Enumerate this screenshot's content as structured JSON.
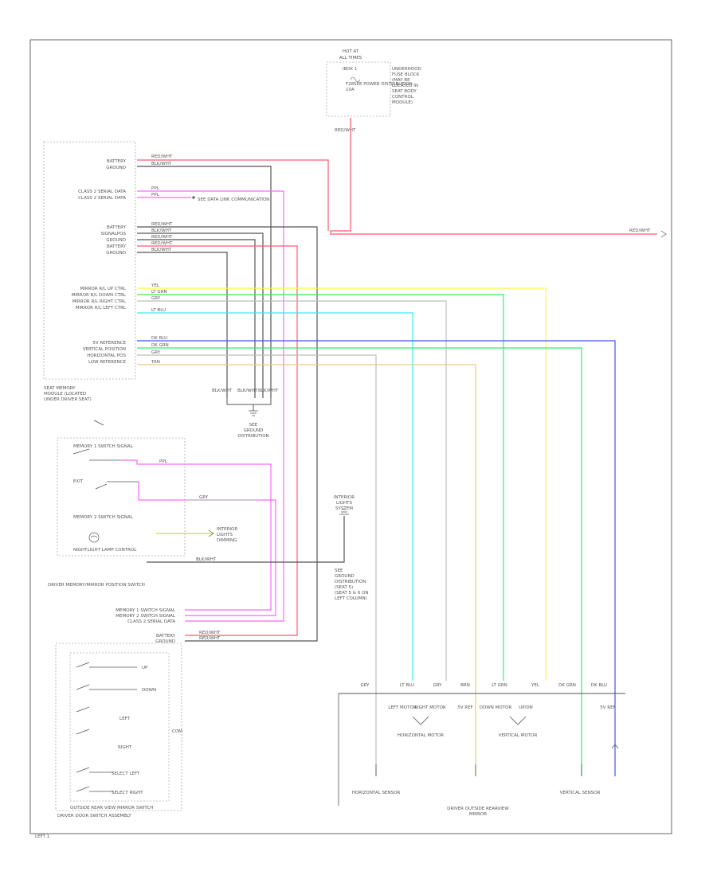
{
  "colors": {
    "red": "#ff5a6e",
    "black": "#555555",
    "pink": "#ff66ff",
    "gray": "#bdbdbd",
    "yellow": "#ffff33",
    "green": "#33ee66",
    "cyan": "#33eeee",
    "blue": "#4455ee",
    "tan": "#e6cf7a",
    "yellowgreen": "#ccdd33",
    "frame": "#666666"
  },
  "fuse": {
    "title1": "HOT AT",
    "title2": "ALL TIMES",
    "block": "IBOX 1",
    "note": "SEE POWER DISTRIBUTION",
    "fuse_id": "F28",
    "fuse_amp": "10A",
    "desc_lines": [
      "UNDERHOOD",
      "FUSE BLOCK",
      "(MAY BE",
      "LOCATED IN",
      "SEAT BODY",
      "CONTROL",
      "MODULE)"
    ],
    "wire": "RED/WHT"
  },
  "module_left": {
    "title_lines": [
      "SEAT MEMORY",
      "MODULE (LOCATED",
      "UNDER DRIVER SEAT)"
    ],
    "group1": [
      "BATTERY",
      "GROUND"
    ],
    "group2": [
      "CLASS 2 SERIAL DATA",
      "CLASS 2 SERIAL DATA"
    ],
    "group3": [
      "BATTERY",
      "SIGNALPOS",
      "GROUND",
      "BATTERY",
      "GROUND"
    ],
    "group4": [
      "MIRROR R/L UP CTRL",
      "MIRROR R/L DOWN CTRL",
      "MIRROR R/L RIGHT CTRL",
      "MIRROR R/L LEFT CTRL"
    ],
    "group5": [
      "5V REFERENCE",
      "VERTICAL POSITION",
      "HORIZONTAL POS",
      "LOW REFERENCE"
    ]
  },
  "wire_labels": {
    "g1": [
      "RED/WHT",
      "BLK/WHT"
    ],
    "g2": [
      "PPL",
      "PPL"
    ],
    "g3": [
      "RED/WHT",
      "BLK/WHT",
      "RED/WHT",
      "RED/WHT",
      "BLK/WHT"
    ],
    "g4": [
      "YEL",
      "LT GRN",
      "GRY",
      "LT BLU"
    ],
    "g5": [
      "DK BLU",
      "DK GRN",
      "GRY",
      "TAN"
    ],
    "splice_note": "SEE DATA LINK COMMUNICATION",
    "ground_note_lines": [
      "SEE",
      "GROUND",
      "DISTRIBUTION"
    ],
    "ground_wires": [
      "BLK/WHT",
      "BLK/WHT",
      "BLK/WHT"
    ],
    "red_exit": "RED/WHT"
  },
  "switch_assembly": {
    "title": "DRIVER MEMORY/MIRROR POSITION SWITCH",
    "items": [
      "MEMORY 1 SWITCH SIGNAL",
      "EXIT",
      "MEMORY 2 SWITCH SIGNAL",
      "NIGHTLIGHT LAMP CONTROL"
    ],
    "pins": [
      "MEMORY 1 SWITCH SIGNAL",
      "MEMORY 2 SWITCH SIGNAL",
      "CLASS 2 SERIAL DATA",
      "BATTERY",
      "GROUND"
    ],
    "wires": [
      "PPL",
      "RED/WHT",
      "RED/WHT",
      "BLK/WHT",
      "GRY"
    ],
    "interior_note_lines": [
      "INTERIOR",
      "LIGHTS",
      "DIMMING"
    ],
    "ground_note_lines": [
      "SEE",
      "GROUND",
      "DISTRIBUTION",
      "(SEAT 5)",
      "(SEAT 5 & 6 ON",
      "LEFT COLUMN)"
    ],
    "nightlight_note_lines": [
      "INTERIOR",
      "LIGHTS",
      "SYSTEM"
    ]
  },
  "mirror_switch": {
    "title": "OUTSIDE REAR VIEW MIRROR SWITCH",
    "subtitle": "DRIVER DOOR SWITCH ASSEMBLY",
    "buttons": [
      "UP",
      "DOWN",
      "LEFT",
      "RIGHT",
      "SELECT LEFT",
      "SELECT RIGHT"
    ],
    "label_center": "COM"
  },
  "mirror": {
    "wires": [
      "GRY",
      "LT BLU",
      "GRY",
      "BRN",
      "LT GRN",
      "YEL",
      "DK GRN",
      "DK BLU"
    ],
    "parts": [
      "LEFT MOTOR",
      "RIGHT MOTOR",
      "5V REF",
      "DOWN MOTOR",
      "UP/DN",
      "5V REF"
    ],
    "motor_labels": [
      "HORIZONTAL MOTOR",
      "VERTICAL MOTOR"
    ],
    "sensors": [
      "HORIZONTAL SENSOR",
      "VERTICAL SENSOR"
    ],
    "title_lines": [
      "DRIVER OUTSIDE REARVIEW",
      "MIRROR"
    ]
  },
  "footer": "LEFT 1"
}
